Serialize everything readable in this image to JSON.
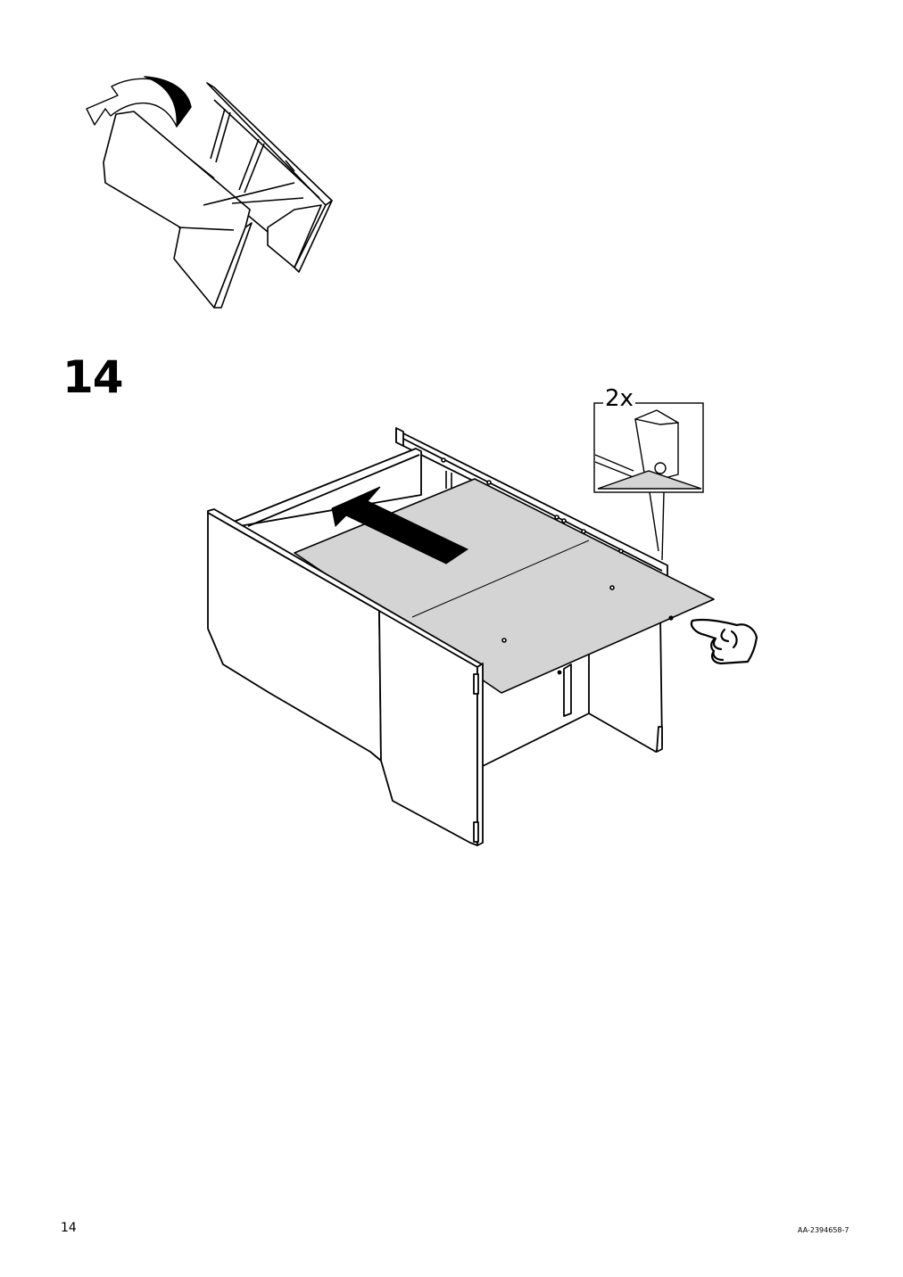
{
  "step": {
    "number": "14"
  },
  "detail": {
    "quantity": "2x"
  },
  "footer": {
    "page_number": "14",
    "document_code": "AA-2394658-7"
  },
  "colors": {
    "line": "#000000",
    "panel_fill": "#ffffff",
    "board_fill": "#d4d4d4",
    "arrow_fill": "#000000"
  },
  "icons": [
    "rotate-arrow-icon",
    "push-direction-arrow-icon",
    "pointing-hand-icon"
  ]
}
